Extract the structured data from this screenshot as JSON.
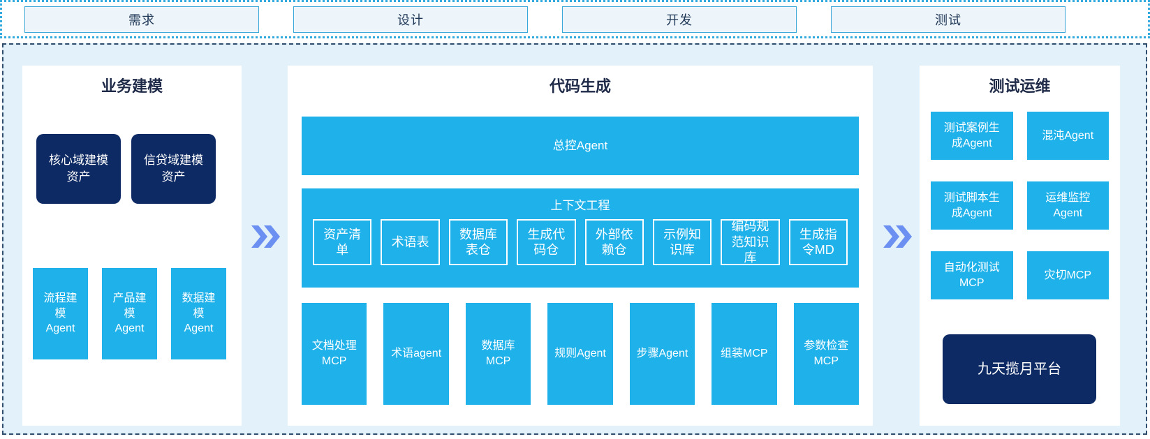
{
  "stage_bar": {
    "items": [
      {
        "label": "需求"
      },
      {
        "label": "设计"
      },
      {
        "label": "开发"
      },
      {
        "label": "测试"
      }
    ]
  },
  "business_modeling": {
    "title": "业务建模",
    "asset_boxes": [
      "核心域建模资产",
      "信贷域建模资产"
    ],
    "agent_boxes": [
      "流程建模Agent",
      "产品建模Agent",
      "数据建模Agent"
    ]
  },
  "code_generation": {
    "title": "代码生成",
    "master_agent": "总控Agent",
    "context_engineering": {
      "title": "上下文工程",
      "items": [
        "资产清单",
        "术语表",
        "数据库表仓",
        "生成代码仓",
        "外部依赖仓",
        "示例知识库",
        "编码规范知识库",
        "生成指令MD"
      ]
    },
    "tools": [
      "文档处理MCP",
      "术语agent",
      "数据库MCP",
      "规则Agent",
      "步骤Agent",
      "组装MCP",
      "参数检查MCP"
    ]
  },
  "test_ops": {
    "title": "测试运维",
    "boxes": [
      "测试案例生成Agent",
      "混沌Agent",
      "测试脚本生成Agent",
      "运维监控Agent",
      "自动化测试MCP",
      "灾切MCP"
    ],
    "platform": "九天揽月平台"
  },
  "icons": {
    "flow_arrow": "double-chevron-right"
  },
  "colors": {
    "cyan_box": "#1fb1ea",
    "dark_navy_box": "#0e2a64",
    "board_background": "#e3f1fb",
    "panel_background": "#ffffff",
    "stage_box_fill": "#edf5fb",
    "stage_border": "#3ba6d8",
    "dotted_border": "#2fa9de",
    "dashed_border": "#2e4d6d",
    "arrow_blue": "#6b90f2",
    "title_text": "#1e2a47"
  }
}
